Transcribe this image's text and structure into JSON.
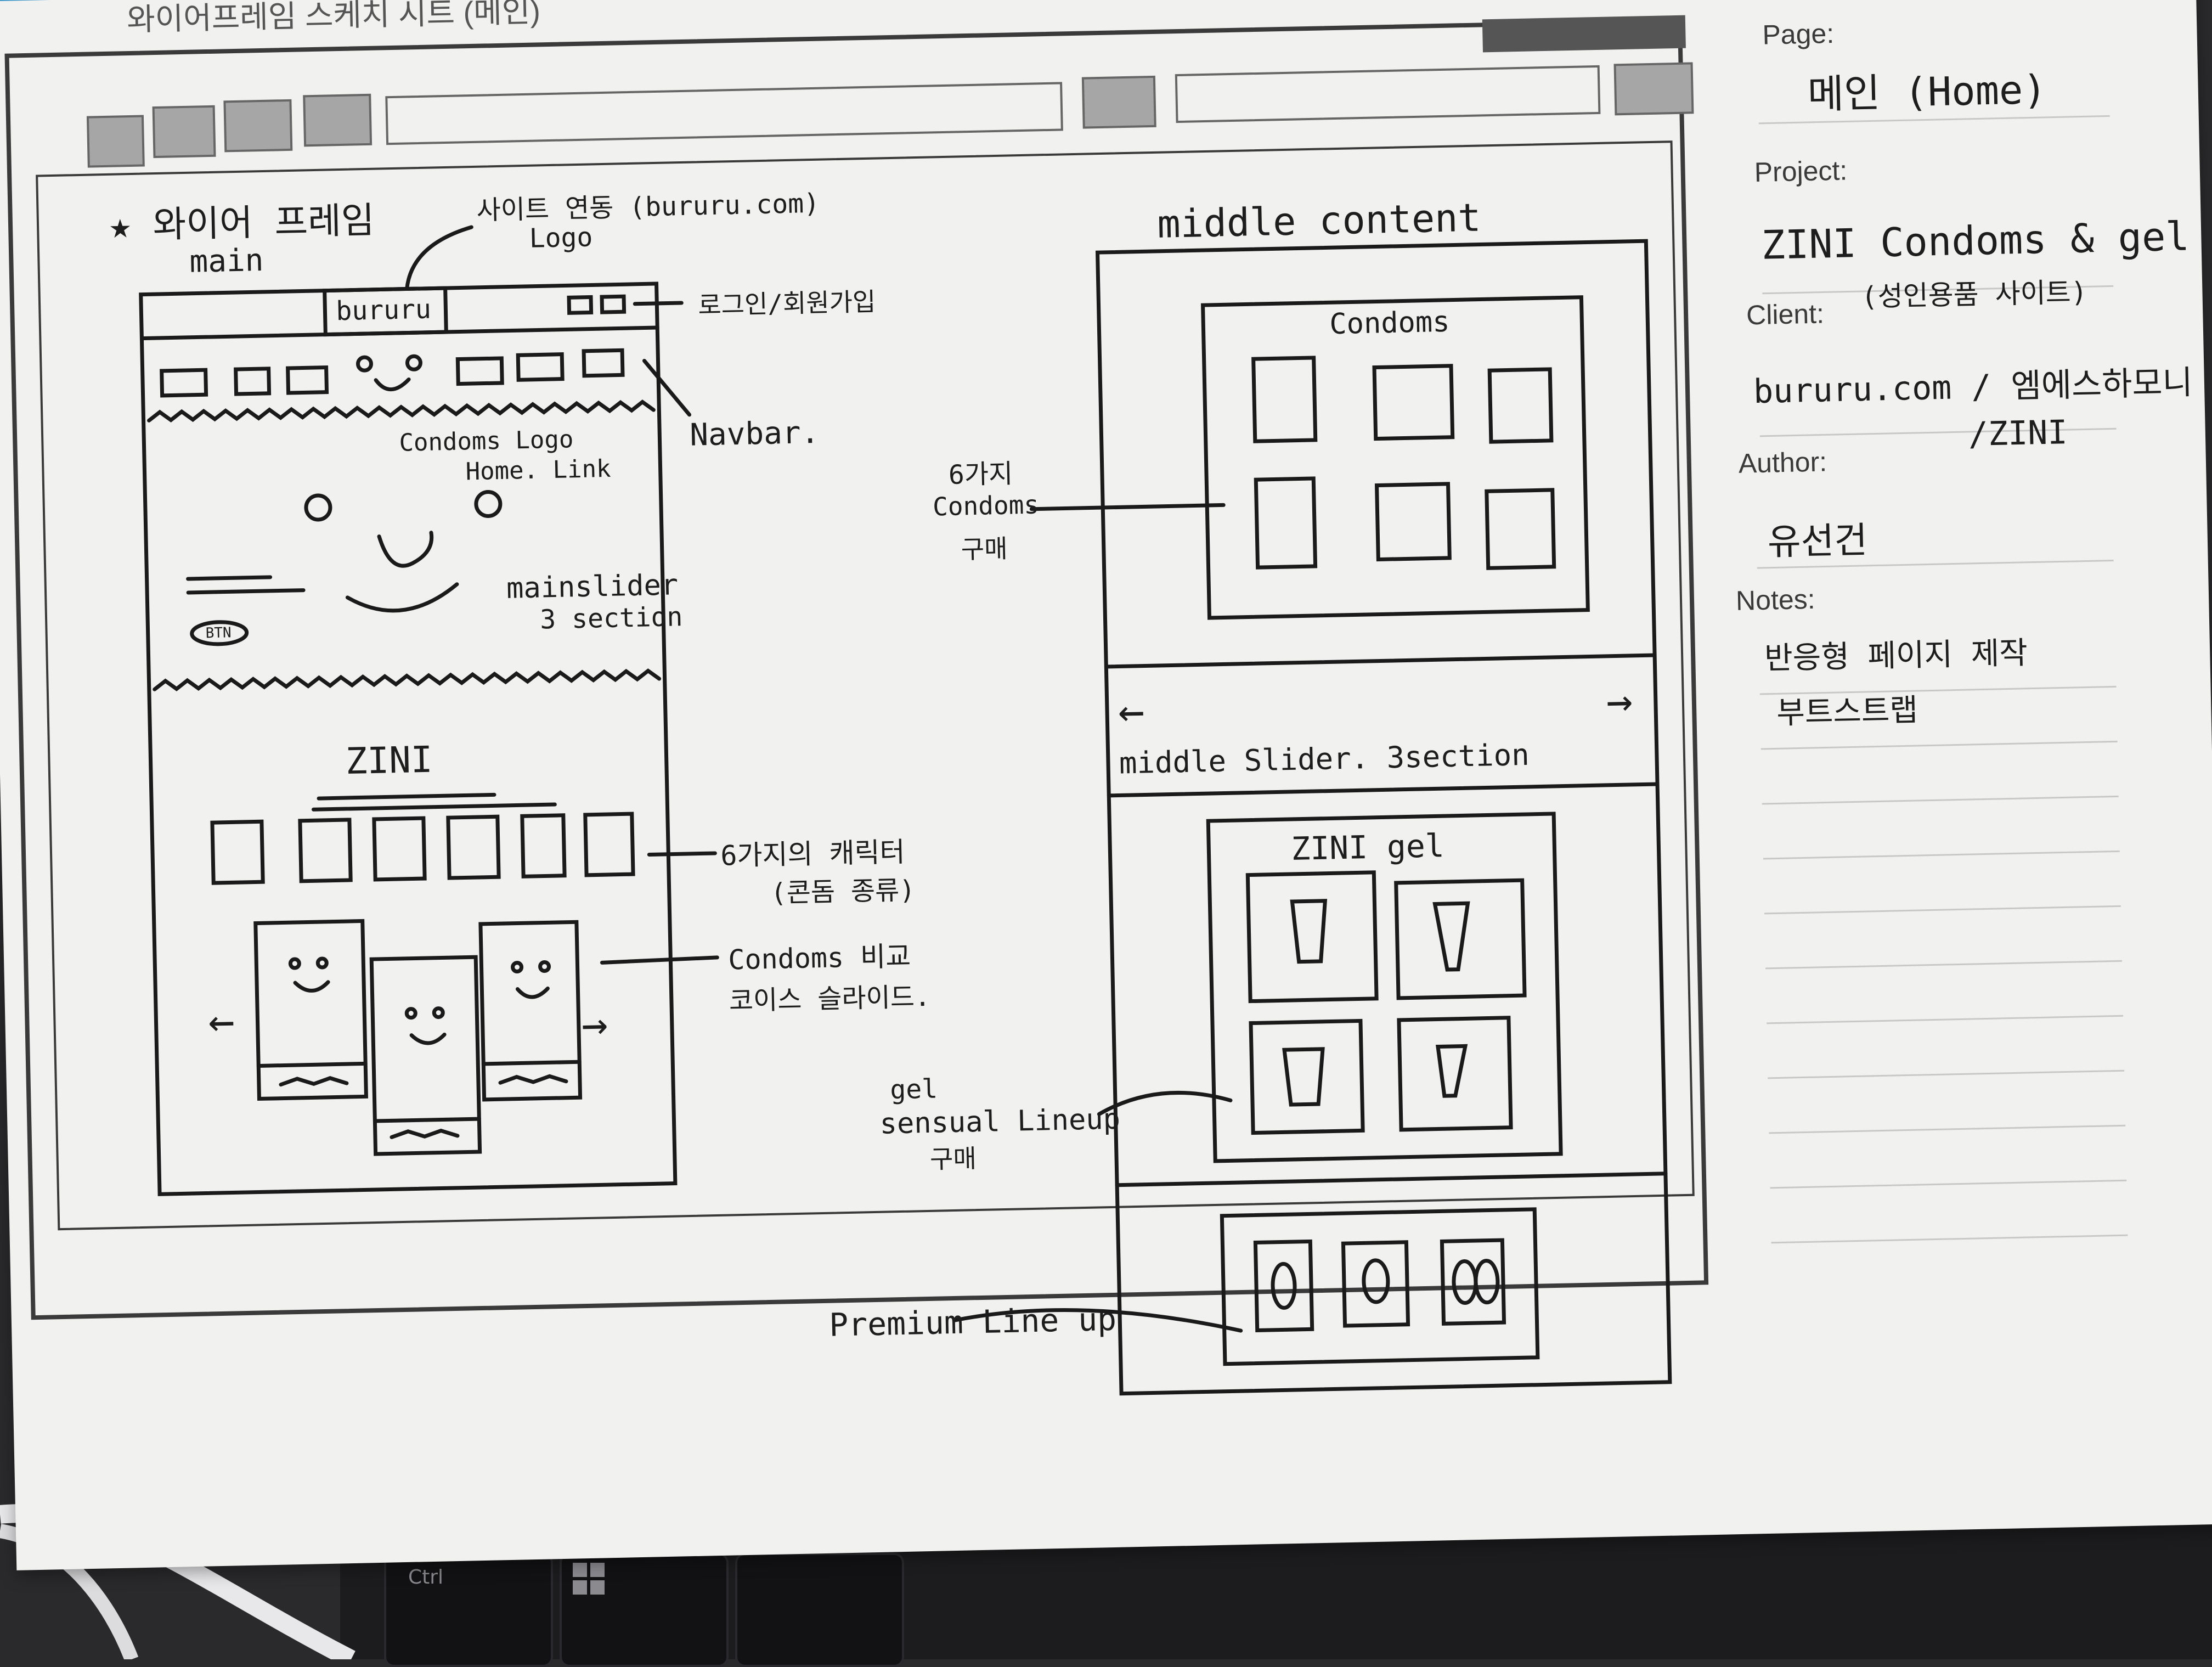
{
  "sheet": {
    "header_title": "와이어프레임 스케치 시트 (메인)",
    "sidebar": {
      "page_label": "Page:",
      "page_value": "메인 (Home)",
      "project_label": "Project:",
      "project_value_1": "ZINI Condoms & gel",
      "project_value_2": "(성인용품 사이트)",
      "client_label": "Client:",
      "client_value_1": "bururu.com / 엠에스하모니",
      "client_value_2": "/ZINI",
      "author_label": "Author:",
      "author_value": "유선건",
      "notes_label": "Notes:",
      "notes_1": "반응형 페이지 제작",
      "notes_2": "부트스트랩"
    },
    "left_frame": {
      "title": "★ 와이어 프레임",
      "subtitle": "main",
      "annot_logo_1": "사이트 연동 (bururu.com)",
      "annot_logo_2": "Logo",
      "logo_box": "bururu",
      "annot_login": "로그인/회원가입",
      "annot_navbar": "Navbar.",
      "annot_condoms_logo_1": "Condoms Logo",
      "annot_condoms_logo_2": "Home. Link",
      "annot_mainslider_1": "mainslider",
      "annot_mainslider_2": "3 section",
      "btn_label": "BTN",
      "zini_title": "ZINI",
      "annot_characters_1": "6가지의 캐릭터",
      "annot_characters_2": "(콘돔 종류)",
      "annot_compare_1": "Condoms 비교",
      "annot_compare_2": "코이스 슬라이드.",
      "prev_arrow": "←",
      "next_arrow": "→"
    },
    "right_frame": {
      "title": "middle content",
      "condoms_title": "Condoms",
      "annot_buy_1": "6가지",
      "annot_buy_2": "Condoms",
      "annot_buy_3": "구매",
      "slider_label": "middle Slider. 3section",
      "prev_arrow": "←",
      "next_arrow": "→",
      "gel_title": "ZINI gel",
      "annot_gel_1": "gel",
      "annot_gel_2": "sensual Lineup",
      "annot_gel_3": "구매",
      "annot_premium": "Premium Line up"
    }
  },
  "keyboard": {
    "ctrl_key": "Ctrl"
  }
}
